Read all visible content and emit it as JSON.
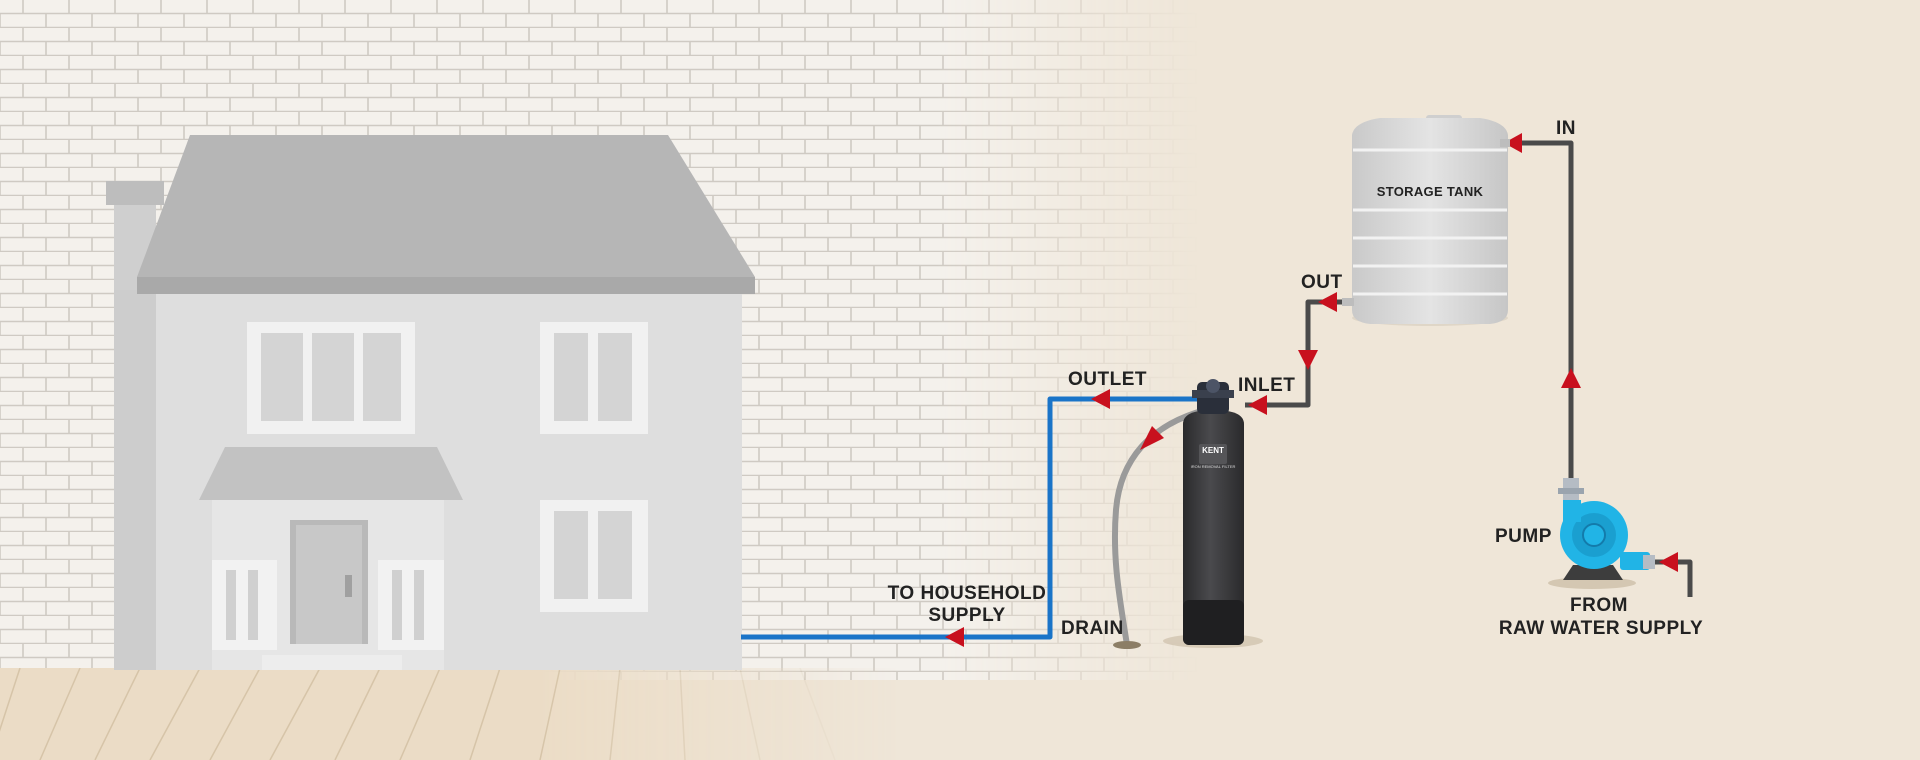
{
  "diagram": {
    "labels": {
      "in": "IN",
      "out": "OUT",
      "inlet": "INLET",
      "outlet": "OUTLET",
      "drain": "DRAIN",
      "pump": "PUMP",
      "household_line1": "TO HOUSEHOLD",
      "household_line2": "SUPPLY",
      "raw_line1": "FROM",
      "raw_line2": "RAW WATER SUPPLY",
      "storage_tank": "STORAGE TANK"
    },
    "filter": {
      "brand": "KENT",
      "model": "IRON REMOVAL FILTER"
    },
    "colors": {
      "treated_pipe": "#1a74c8",
      "raw_pipe": "#4a4a4a",
      "drain_hose": "#9a9a9a",
      "flow_arrow": "#c8101e",
      "pump": "#21b4e6",
      "filter_body": "#3c3c3e",
      "tank": "#d8d8d8",
      "house": "#d9d9d9",
      "wall": "#f3efe8",
      "floor": "#e9dac4"
    }
  }
}
